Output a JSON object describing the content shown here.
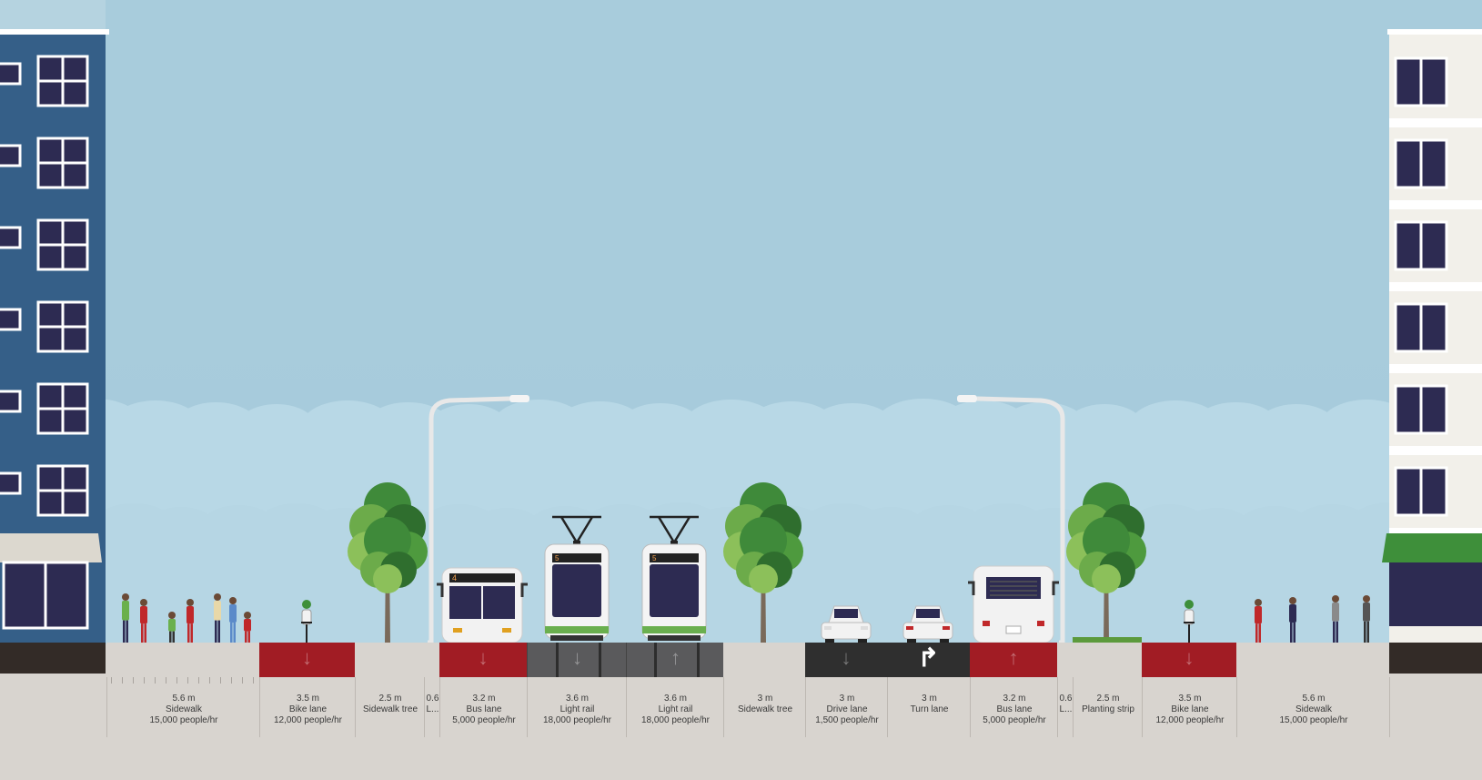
{
  "scene": {
    "sky_color": "#a8ccdc",
    "ground_color": "#d8d4cf",
    "left_building_color": "#355f88",
    "right_building_color": "#f2f0ea",
    "awning_green": "#3e8f3a"
  },
  "segments": [
    {
      "id": "sidewalk-left",
      "width_label": "5.6 m",
      "name": "Sidewalk",
      "capacity": "15,000 people/hr",
      "surface": "sidewalk"
    },
    {
      "id": "bike-lane-left",
      "width_label": "3.5 m",
      "name": "Bike lane",
      "capacity": "12,000 people/hr",
      "surface": "red",
      "direction": "inbound"
    },
    {
      "id": "sidewalk-tree-left",
      "width_label": "2.5 m",
      "name": "Sidewalk tree",
      "capacity": "",
      "surface": "sidewalk"
    },
    {
      "id": "lamp-left",
      "width_label": "0.6",
      "name": "L...",
      "capacity": "",
      "surface": "sidewalk"
    },
    {
      "id": "bus-lane-left",
      "width_label": "3.2 m",
      "name": "Bus lane",
      "capacity": "5,000 people/hr",
      "surface": "red",
      "direction": "inbound"
    },
    {
      "id": "light-rail-left",
      "width_label": "3.6 m",
      "name": "Light rail",
      "capacity": "18,000 people/hr",
      "surface": "rail",
      "direction": "inbound"
    },
    {
      "id": "light-rail-right",
      "width_label": "3.6 m",
      "name": "Light rail",
      "capacity": "18,000 people/hr",
      "surface": "rail",
      "direction": "outbound"
    },
    {
      "id": "sidewalk-tree-mid",
      "width_label": "3 m",
      "name": "Sidewalk tree",
      "capacity": "",
      "surface": "sidewalk"
    },
    {
      "id": "drive-lane",
      "width_label": "3 m",
      "name": "Drive lane",
      "capacity": "1,500 people/hr",
      "surface": "asphalt",
      "direction": "inbound"
    },
    {
      "id": "turn-lane",
      "width_label": "3 m",
      "name": "Turn lane",
      "capacity": "",
      "surface": "asphalt",
      "direction": "outbound"
    },
    {
      "id": "bus-lane-right",
      "width_label": "3.2 m",
      "name": "Bus lane",
      "capacity": "5,000 people/hr",
      "surface": "red",
      "direction": "outbound"
    },
    {
      "id": "lamp-right",
      "width_label": "0.6",
      "name": "L...",
      "capacity": "",
      "surface": "sidewalk"
    },
    {
      "id": "planting-strip",
      "width_label": "2.5 m",
      "name": "Planting strip",
      "capacity": "",
      "surface": "sidewalk"
    },
    {
      "id": "bike-lane-right",
      "width_label": "3.5 m",
      "name": "Bike lane",
      "capacity": "12,000 people/hr",
      "surface": "red",
      "direction": "inbound"
    },
    {
      "id": "sidewalk-right",
      "width_label": "5.6 m",
      "name": "Sidewalk",
      "capacity": "15,000 people/hr",
      "surface": "sidewalk"
    }
  ],
  "colors": {
    "sidewalk": "#d8d4cf",
    "red": "#a11c24",
    "rail": "#5a5a5c",
    "asphalt": "#2f2f2f",
    "curb": "#332b27"
  },
  "vehicles": {
    "bus_left_route": "4",
    "tram_left_route": "5",
    "tram_right_route": "5"
  },
  "icons": {
    "inbound": "arrow-down-icon",
    "outbound": "arrow-up-icon",
    "turn": "turn-arrow-icon"
  }
}
